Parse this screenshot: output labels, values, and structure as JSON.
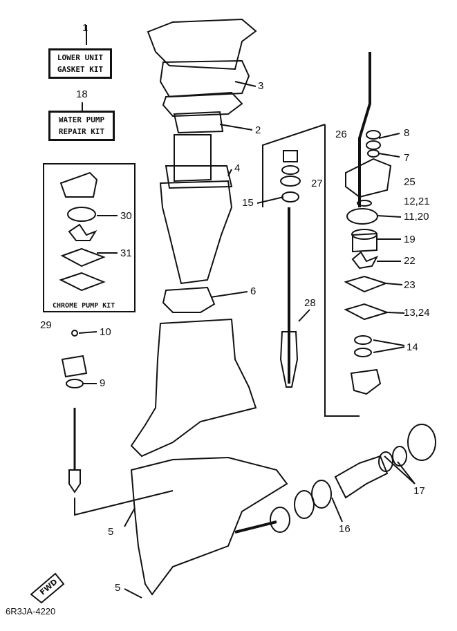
{
  "kits": [
    {
      "ref": "1",
      "lines": [
        "LOWER UNIT",
        "GASKET KIT"
      ]
    },
    {
      "ref": "18",
      "lines": [
        "WATER PUMP",
        "REPAIR KIT"
      ]
    }
  ],
  "pump_kit": {
    "ref": "29",
    "label": "CHROME PUMP KIT"
  },
  "callouts": {
    "c3": "3",
    "c2": "2",
    "c4": "4",
    "c6": "6",
    "c15": "15",
    "c28": "28",
    "c26": "26",
    "c27": "27",
    "c8": "8",
    "c7": "7",
    "c25": "25",
    "c12_21": "12,21",
    "c11_20": "11,20",
    "c19": "19",
    "c22": "22",
    "c23": "23",
    "c13_24": "13,24",
    "c14": "14",
    "c30": "30",
    "c31": "31",
    "c10": "10",
    "c9": "9",
    "c17": "17",
    "c16": "16",
    "c5a": "5",
    "c5b": "5"
  },
  "direction_label": "FWD",
  "diagram_code": "6R3JA-4220",
  "colors": {
    "ink": "#111111",
    "paper": "#ffffff"
  }
}
